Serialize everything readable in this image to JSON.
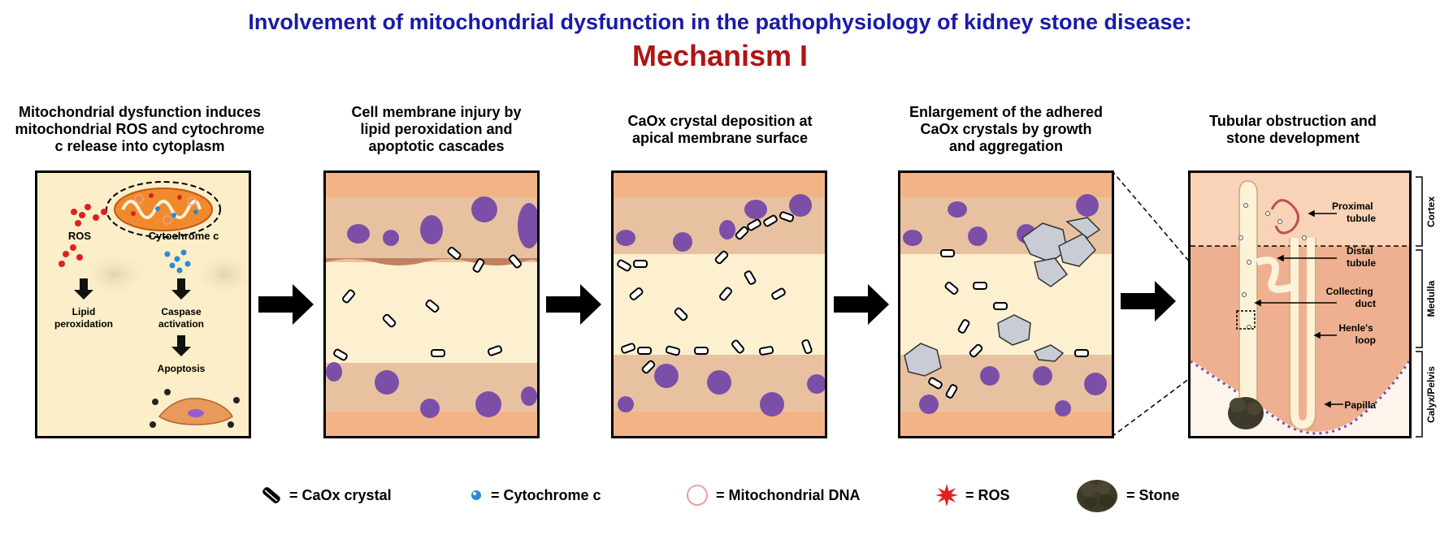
{
  "title": "Involvement of mitochondrial dysfunction in the pathophysiology of kidney stone disease:",
  "subtitle": "Mechanism I",
  "steps": [
    {
      "lines": [
        "Mitochondrial dysfunction induces",
        "mitochondrial ROS and cytochrome",
        "c release into cytoplasm"
      ]
    },
    {
      "lines": [
        "Cell membrane injury by",
        "lipid peroxidation and",
        "apoptotic cascades"
      ]
    },
    {
      "lines": [
        "CaOx crystal deposition at",
        "apical membrane surface"
      ]
    },
    {
      "lines": [
        "Enlargement of the adhered",
        "CaOx crystals by growth",
        "and aggregation"
      ]
    },
    {
      "lines": [
        "Tubular obstruction and",
        "stone development"
      ]
    }
  ],
  "panel1": {
    "ros": "ROS",
    "cytochrome": "Cytochrome c",
    "lipid": [
      "Lipid",
      "peroxidation"
    ],
    "caspase": [
      "Caspase",
      "activation"
    ],
    "apoptosis": "Apoptosis"
  },
  "panel5": {
    "proximal": [
      "Proximal",
      "tubule"
    ],
    "distal": [
      "Distal",
      "tubule"
    ],
    "collecting": [
      "Collecting",
      "duct"
    ],
    "henle": [
      "Henle's",
      "loop"
    ],
    "papilla": "Papilla",
    "regions": [
      "Cortex",
      "Medulla",
      "Calyx/Pelvis"
    ]
  },
  "legend": [
    {
      "label": "= CaOx crystal",
      "icon": "caox-crystal-icon"
    },
    {
      "label": "= Cytochrome c",
      "icon": "cytochrome-icon"
    },
    {
      "label": "= Mitochondrial DNA",
      "icon": "mtdna-icon"
    },
    {
      "label": "= ROS",
      "icon": "ros-icon"
    },
    {
      "label": "= Stone",
      "icon": "stone-icon"
    }
  ],
  "colors": {
    "title": "#1a1aa8",
    "subtitle": "#b01414",
    "lumen": "#fdf0d0",
    "cell": "#e8b48c",
    "nucleus": "#7b4fa8",
    "ros": "#e02020",
    "cytochrome": "#2a8ad6"
  }
}
